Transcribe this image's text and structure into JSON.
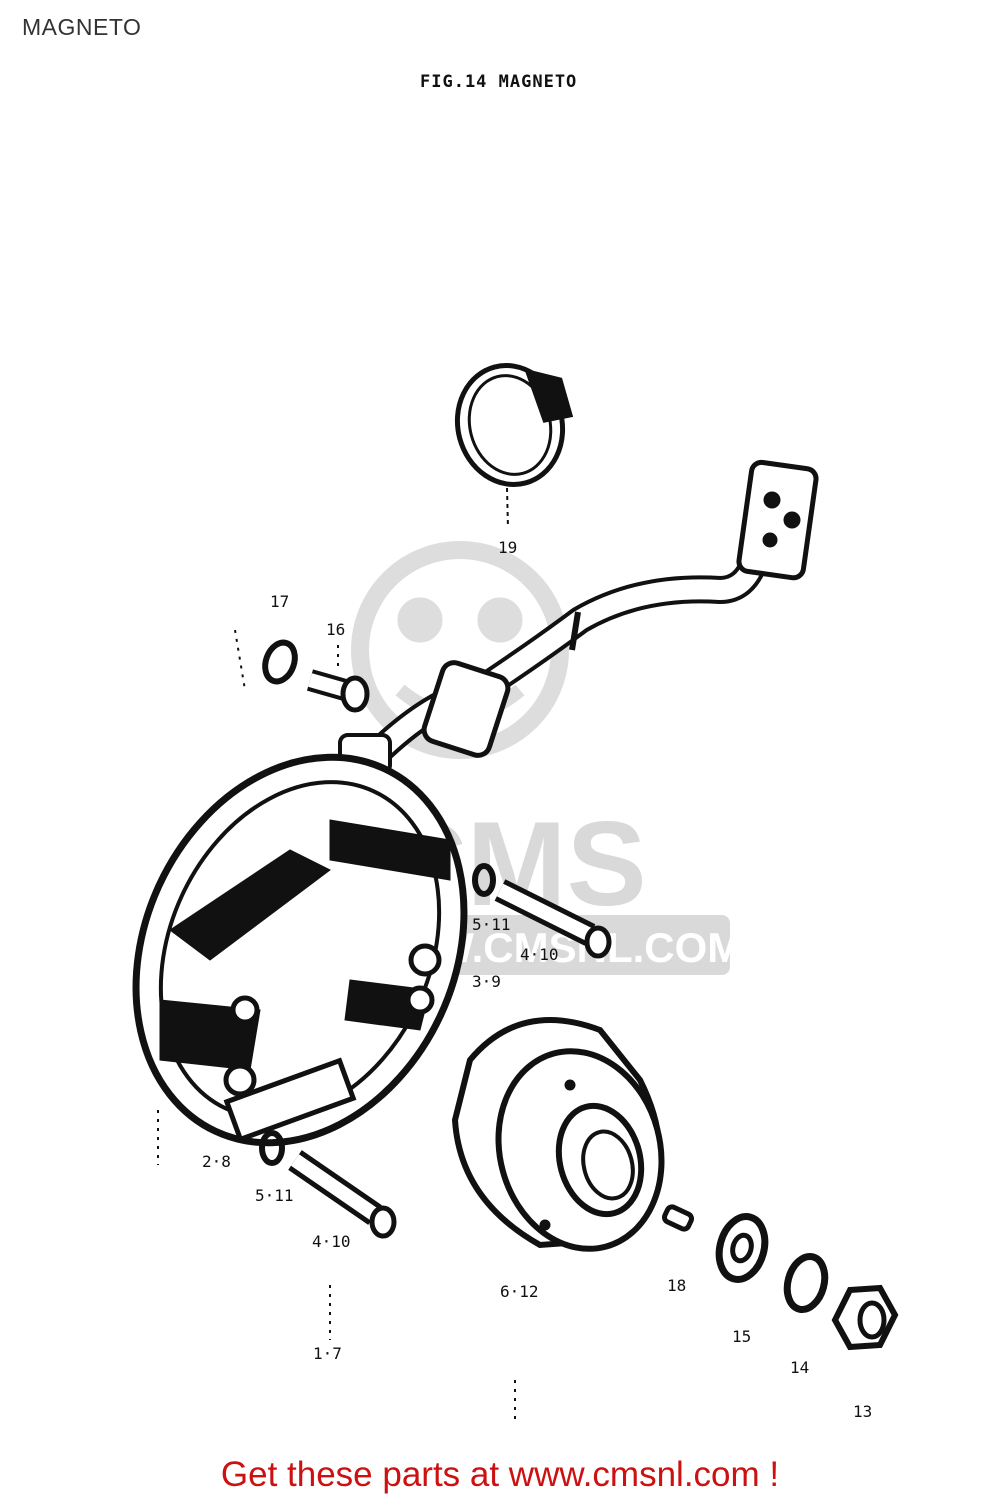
{
  "header": {
    "page_title": "MAGNETO",
    "figure_title": "FIG.14 MAGNETO"
  },
  "watermark": {
    "brand": "CMS",
    "site": "WWW.CMSNL.COM"
  },
  "callouts": [
    "19",
    "17",
    "16",
    "5·11",
    "4·10",
    "3·9",
    "2·8",
    "5·11",
    "4·10",
    "1·7",
    "6·12",
    "18",
    "15",
    "14",
    "13"
  ],
  "footer": {
    "cta": "Get these parts at www.cmsnl.com !"
  },
  "colors": {
    "ink": "#111111",
    "footer_text": "#cc1111",
    "watermark": "#d9d9d9"
  }
}
